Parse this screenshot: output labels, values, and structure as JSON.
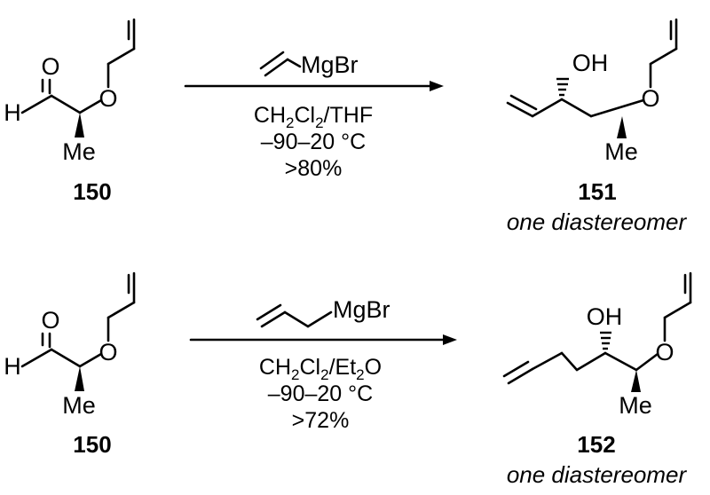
{
  "reactions": [
    {
      "start_label": "150",
      "start_atoms": {
        "oxygen_carbonyl": "O",
        "hydrogen": "H",
        "oxygen_ether": "O",
        "methyl": "Me"
      },
      "reagent": "MgBr",
      "conditions": {
        "solvent": {
          "part1": "CH",
          "sub1": "2",
          "part2": "Cl",
          "sub2": "2",
          "part3": "/THF"
        },
        "temperature": "–90–20 °C",
        "yield": ">80%"
      },
      "product_atoms": {
        "hydroxyl": "OH",
        "oxygen_ether": "O",
        "methyl": "Me"
      },
      "product_label": "151",
      "product_note": "one diastereomer"
    },
    {
      "start_label": "150",
      "start_atoms": {
        "oxygen_carbonyl": "O",
        "hydrogen": "H",
        "oxygen_ether": "O",
        "methyl": "Me"
      },
      "reagent": "MgBr",
      "conditions": {
        "solvent": {
          "part1": "CH",
          "sub1": "2",
          "part2": "Cl",
          "sub2": "2",
          "part3": "/Et",
          "sub3": "2",
          "part4": "O"
        },
        "temperature": "–90–20 °C",
        "yield": ">72%"
      },
      "product_atoms": {
        "hydroxyl": "OH",
        "oxygen_ether": "O",
        "methyl": "Me"
      },
      "product_label": "152",
      "product_note": "one diastereomer"
    }
  ]
}
